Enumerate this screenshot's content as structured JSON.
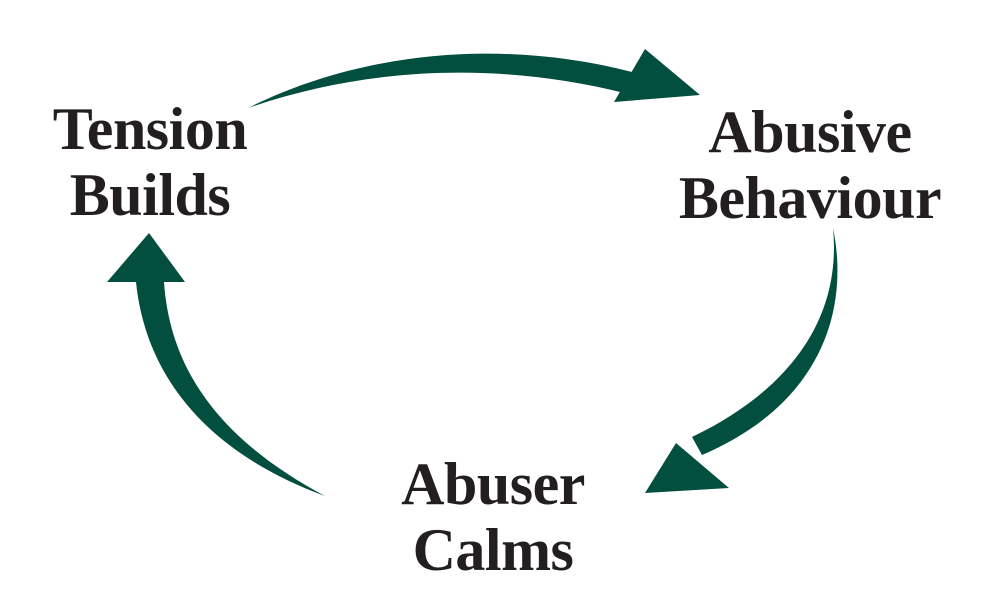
{
  "diagram": {
    "type": "cycle",
    "title": "",
    "arrow_color": "#034f3f",
    "text_color": "#231f20",
    "nodes": [
      {
        "id": "tension",
        "lines": [
          "Tension",
          "Builds"
        ]
      },
      {
        "id": "abusive",
        "lines": [
          "Abusive",
          "Behaviour"
        ]
      },
      {
        "id": "calms",
        "lines": [
          "Abuser",
          "Calms"
        ]
      }
    ],
    "edges": [
      {
        "from": "tension",
        "to": "abusive"
      },
      {
        "from": "abusive",
        "to": "calms"
      },
      {
        "from": "calms",
        "to": "tension"
      }
    ]
  }
}
